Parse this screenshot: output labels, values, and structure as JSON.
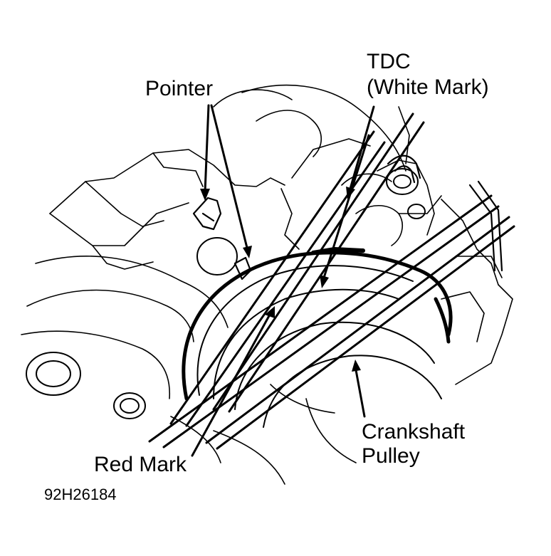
{
  "labels": {
    "pointer": "Pointer",
    "tdc_line1": "TDC",
    "tdc_line2": "(White Mark)",
    "red_mark": "Red Mark",
    "crankshaft_line1": "Crankshaft",
    "crankshaft_line2": "Pulley"
  },
  "figure_code": "92H26184"
}
